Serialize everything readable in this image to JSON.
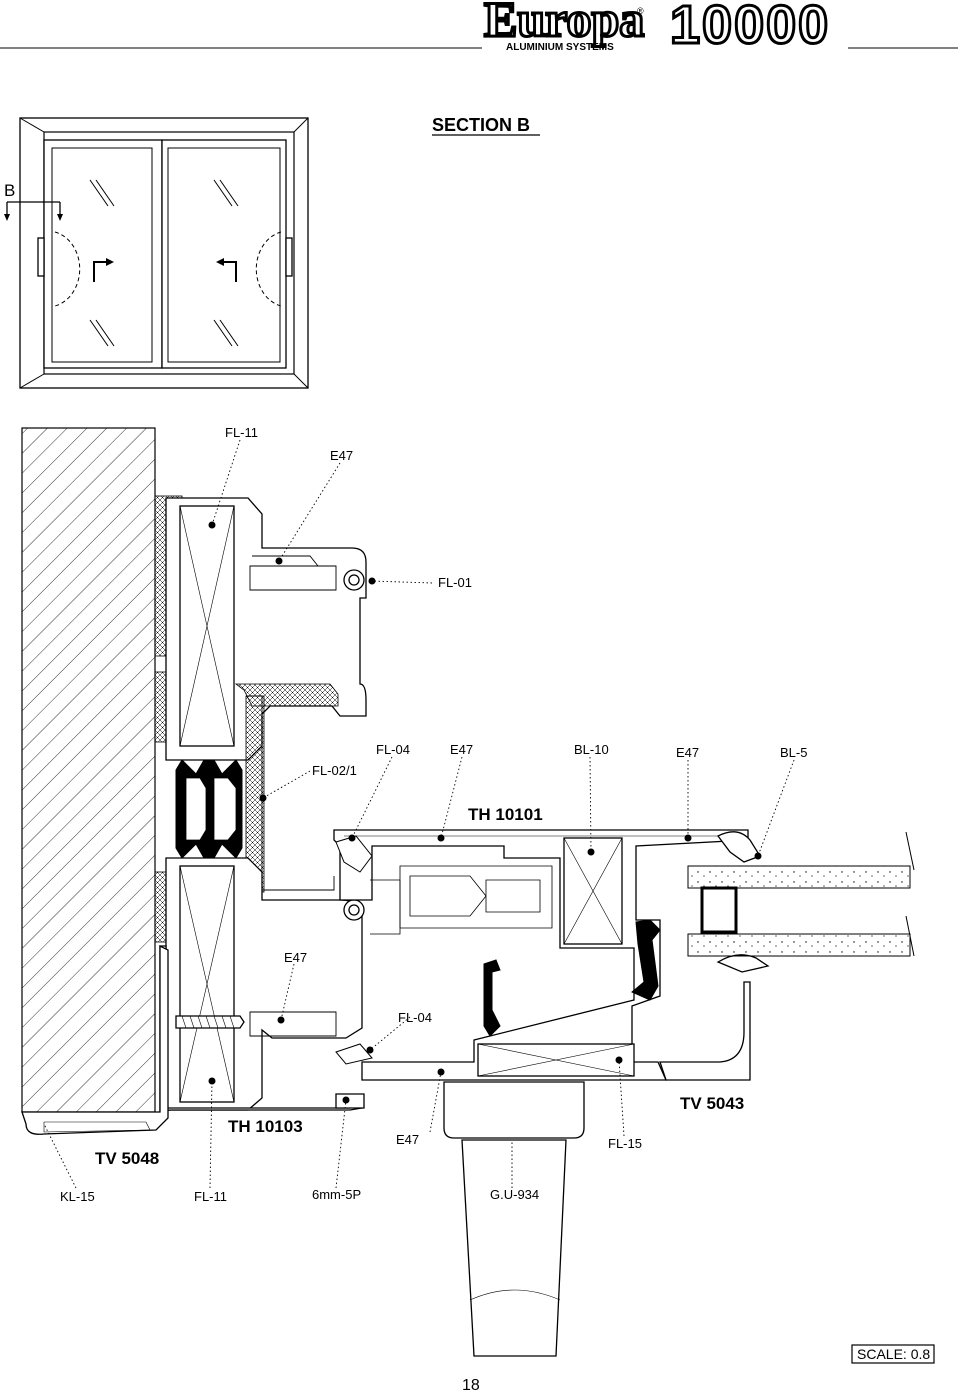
{
  "header": {
    "brand": "Europa",
    "brand_registered": "®",
    "brand_subtitle": "ALUMINIUM SYSTEMS",
    "model": "10000"
  },
  "section_title": "SECTION B",
  "elevation": {
    "section_marker": "B"
  },
  "labels": {
    "fl11_top": "FL-11",
    "e47_top": "E47",
    "fl01": "FL-01",
    "fl04_a": "FL-04",
    "e47_a": "E47",
    "bl10": "BL-10",
    "e47_b": "E47",
    "bl5": "BL-5",
    "fl02_1": "FL-02/1",
    "th10101": "TH 10101",
    "e47_c": "E47",
    "fl04_b": "FL-04",
    "tv5043": "TV 5043",
    "th10103": "TH 10103",
    "e47_d": "E47",
    "fl15": "FL-15",
    "tv5048": "TV 5048",
    "kl15": "KL-15",
    "fl11_bottom": "FL-11",
    "glass_spec": "6mm-5P",
    "gu934": "G.U-934"
  },
  "footer": {
    "scale": "SCALE: 0.8",
    "page_number": "18"
  },
  "colors": {
    "line": "#000000",
    "background": "#ffffff"
  }
}
